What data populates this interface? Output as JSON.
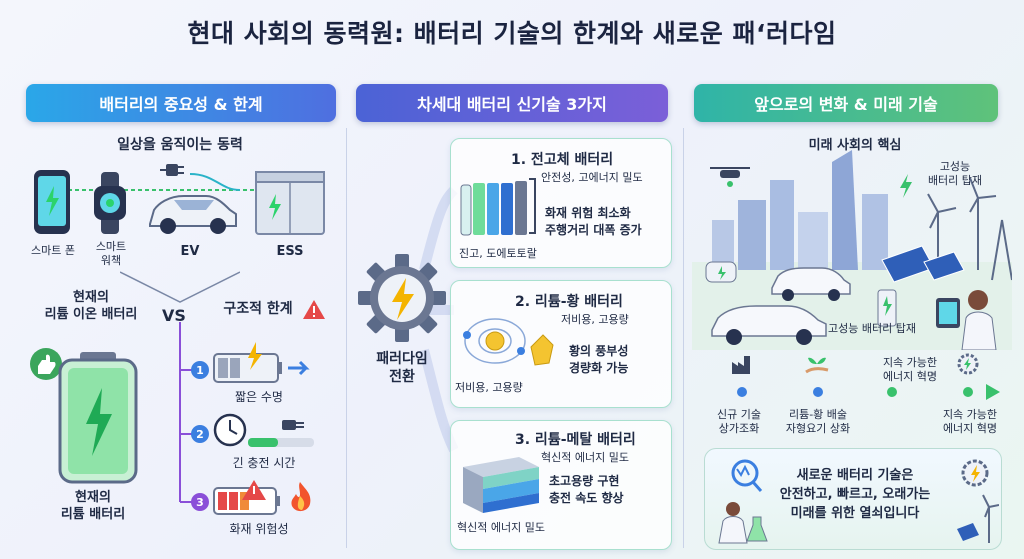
{
  "title": "현대 사회의 동력원: 배터리 기술의 한계와 새로운 패‘러다임",
  "col1": {
    "header": "배터리의 중요성 & 한계",
    "subtitle": "일상을 움직이는 동력",
    "devices": {
      "phone": "스마트 폰",
      "watch": "스마트\n워책",
      "ev": "EV",
      "ess": "ESS"
    },
    "current_battery": "현재의\n리튬 이온 배터리",
    "vs": "VS",
    "limits_title": "구조적 한계",
    "limits": [
      {
        "num": "1",
        "label": "짧은 수명"
      },
      {
        "num": "2",
        "label": "긴 충전 시간"
      },
      {
        "num": "3",
        "label": "화재 위험성"
      }
    ],
    "battery_caption": "현재의\n리튬 배터리"
  },
  "col2": {
    "header": "차세대 배터리 신기술 3가지",
    "gear_label": "패러다임\n전환",
    "cards": [
      {
        "title": "1. 전고체 배터리",
        "sub": "안전성, 고에너지 밀도",
        "main": "화재 위험 최소화\n주행거리 대폭 증가",
        "caption": "진고, 도에토토랄"
      },
      {
        "title": "2. 리튬-황 배터리",
        "sub": "저비용, 고용량",
        "main": "황의 풍부성\n경량화 가능",
        "caption": "저비용, 고용량"
      },
      {
        "title": "3. 리튬-메탈 배터리",
        "sub": "혁신적 에너지 밀도",
        "main": "초고용량 구현\n충전 속도 향상",
        "caption": "혁신적 에너지 밀도"
      }
    ]
  },
  "col3": {
    "header": "앞으로의 변화 & 미래 기술",
    "subtitle": "미래 사회의 핵심",
    "high_perf_top": "고성능\n배터리 탑재",
    "high_perf_car": "고성능 배터리 탑재",
    "timeline_top": "지속 가능한\n에너지 혁명",
    "timeline": [
      {
        "label": "신규 기술\n상가조화"
      },
      {
        "label": "리튬-황 배술\n자형요기 상화"
      },
      {
        "label": "지속 가능한\n에너지 혁명"
      }
    ],
    "conclusion": "새로운 배터리 기술은\n안전하고, 빠르고, 오래가는\n미래를 위한 열쇠입니다"
  },
  "colors": {
    "accent_green": "#39c16c",
    "accent_blue": "#3b7fe0",
    "warn_red": "#e54848",
    "purple": "#8a4fd8"
  }
}
